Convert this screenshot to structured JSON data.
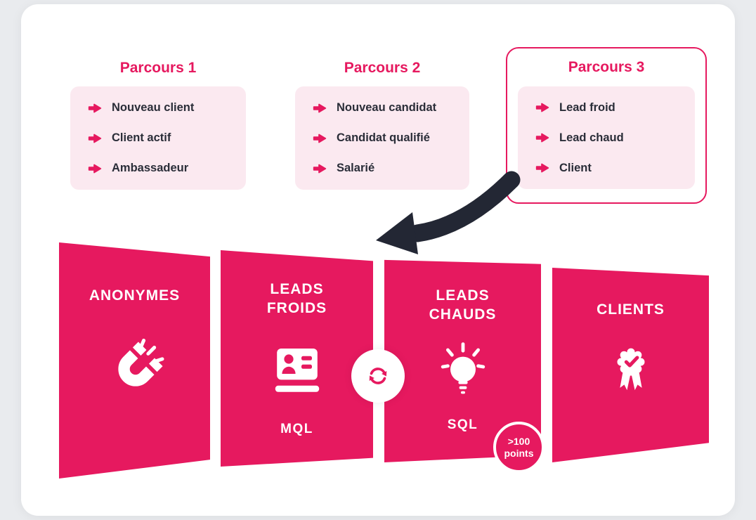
{
  "colors": {
    "accent": "#e6195f",
    "light_pink": "#fbe9f0",
    "dark_text": "#2a2d38",
    "arrow_black": "#232734",
    "card_bg": "#ffffff",
    "page_bg": "#e9ebee"
  },
  "parcours": [
    {
      "title": "Parcours 1",
      "items": [
        "Nouveau client",
        "Client actif",
        "Ambassadeur"
      ],
      "highlighted": false
    },
    {
      "title": "Parcours 2",
      "items": [
        "Nouveau candidat",
        "Candidat qualifié",
        "Salarié"
      ],
      "highlighted": false
    },
    {
      "title": "Parcours 3",
      "items": [
        "Lead froid",
        "Lead chaud",
        "Client"
      ],
      "highlighted": true
    }
  ],
  "funnel": {
    "stages": [
      {
        "label": "ANONYMES",
        "icon": "magnet-icon",
        "sublabel": ""
      },
      {
        "label": "LEADS FROIDS",
        "icon": "id-card-icon",
        "sublabel": "MQL"
      },
      {
        "label": "LEADS CHAUDS",
        "icon": "lightbulb-icon",
        "sublabel": "SQL"
      },
      {
        "label": "CLIENTS",
        "icon": "award-icon",
        "sublabel": ""
      }
    ],
    "list_arrow_icon": "arrow-icon",
    "big_arrow_icon": "curved-arrow-icon",
    "connector_icon": "sync-icon",
    "points_badge": {
      "line1": ">100",
      "line2": "points"
    }
  }
}
